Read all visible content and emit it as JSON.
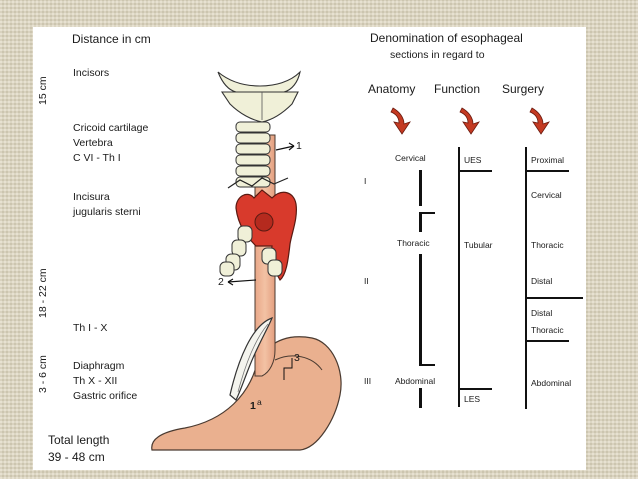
{
  "header": {
    "distance": "Distance in cm",
    "denomination_line1": "Denomination of esophageal",
    "denomination_line2": "sections in regard to"
  },
  "side_measures": [
    "15 cm",
    "18 - 22 cm",
    "3 - 6 cm"
  ],
  "left_labels": {
    "incisors": "Incisors",
    "cricoid_1": "Cricoid cartilage",
    "cricoid_2": "Vertebra",
    "cricoid_3": "C VI - Th I",
    "incisura_1": "Incisura",
    "incisura_2": "jugularis sterni",
    "th1x": "Th I - X",
    "diaphragm_1": "Diaphragm",
    "diaphragm_2": "Th X - XII",
    "diaphragm_3": "Gastric orifice",
    "total_1": "Total length",
    "total_2": "39 - 48 cm"
  },
  "markers": {
    "m1": "1",
    "m2": "2",
    "m3": "3",
    "m4": "1",
    "m4_sup": "a"
  },
  "columns": {
    "anatomy": "Anatomy",
    "function": "Function",
    "surgery": "Surgery"
  },
  "roman": [
    "I",
    "II",
    "III"
  ],
  "anatomy_sections": {
    "cervical": "Cervical",
    "thoracic": "Thoracic",
    "abdominal": "Abdominal"
  },
  "function_sections": {
    "ues": "UES",
    "tubular": "Tubular",
    "les": "LES"
  },
  "surgery_sections": {
    "proximal": "Proximal",
    "cervical": "Cervical",
    "thoracic": "Thoracic",
    "distal": "Distal",
    "distal2": "Distal",
    "thoracic2": "Thoracic",
    "abdominal": "Abdominal"
  },
  "colors": {
    "background": "#ddd5bd",
    "panel": "#ffffff",
    "esophagus": "#eab08f",
    "aorta": "#d83a2c",
    "cartilage": "#f0f0d8",
    "arrow": "#c43a22"
  }
}
